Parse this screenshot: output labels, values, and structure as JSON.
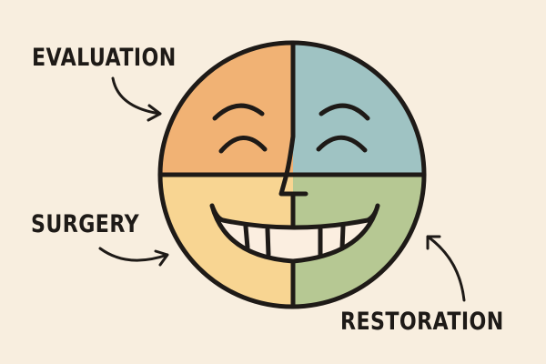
{
  "labels": {
    "evaluation": "EVALUATION",
    "surgery": "SURGERY",
    "restoration": "RESTORATION"
  },
  "colors": {
    "background": "#f8eedf",
    "evaluation_quadrant": "#f1b274",
    "top_right_quadrant": "#9fc3c3",
    "surgery_quadrant": "#f8d592",
    "restoration_quadrant": "#b6c893",
    "outline": "#1e1a17"
  },
  "icons": [
    "smiling-face-icon",
    "arrow-icon"
  ]
}
